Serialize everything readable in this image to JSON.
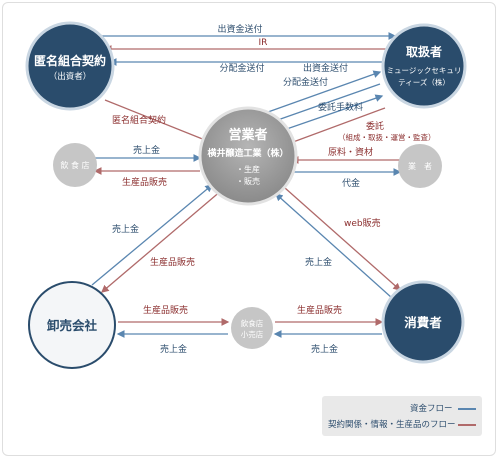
{
  "nodes": {
    "investor": {
      "title": "匿名組合契約",
      "sub": "（出資者）"
    },
    "handler": {
      "title": "取扱者",
      "sub1": "ミュージックセキュリ",
      "sub2": "ティーズ（株）"
    },
    "operator": {
      "title": "営業者",
      "sub": "横井醸造工業（株）",
      "bullet1": "・生産",
      "bullet2": "・販売"
    },
    "restaurant": {
      "title": "飲 食 店"
    },
    "vendor": {
      "title": "業　者"
    },
    "wholesaler": {
      "title": "卸売会社"
    },
    "retail": {
      "line1": "飲食店",
      "line2": "小売店"
    },
    "consumer": {
      "title": "消費者"
    }
  },
  "flows": {
    "top1": "出資金送付",
    "top2": "IR",
    "top3": "分配金送付",
    "contract": "匿名組合契約",
    "op_to_handler1": "出資金送付",
    "op_to_handler2": "分配金送付",
    "commission_fee": "委託手数料",
    "consign": "委託",
    "consign_sub": "（組成・取扱・運営・監査）",
    "materials": "原料・資材",
    "payment": "代金",
    "rest_sales_money": "売上金",
    "rest_product_sale": "生産品販売",
    "web_sales": "web販売",
    "cons_sales_money": "売上金",
    "whole_sales_money": "売上金",
    "whole_product_sale": "生産品販売",
    "bottom_left_sale": "生産品販売",
    "bottom_right_sale": "生産品販売",
    "bottom_left_money": "売上金",
    "bottom_right_money": "売上金"
  },
  "legend": {
    "money": "資金フロー",
    "info": "契約関係・情報・生産品のフロー"
  },
  "colors": {
    "dark_node": "#2a4c6c",
    "operator_node": "#9a9a9a",
    "grey_node": "#c6c6c6",
    "money_line": "#5a86b0",
    "info_line": "#b06a6a"
  }
}
